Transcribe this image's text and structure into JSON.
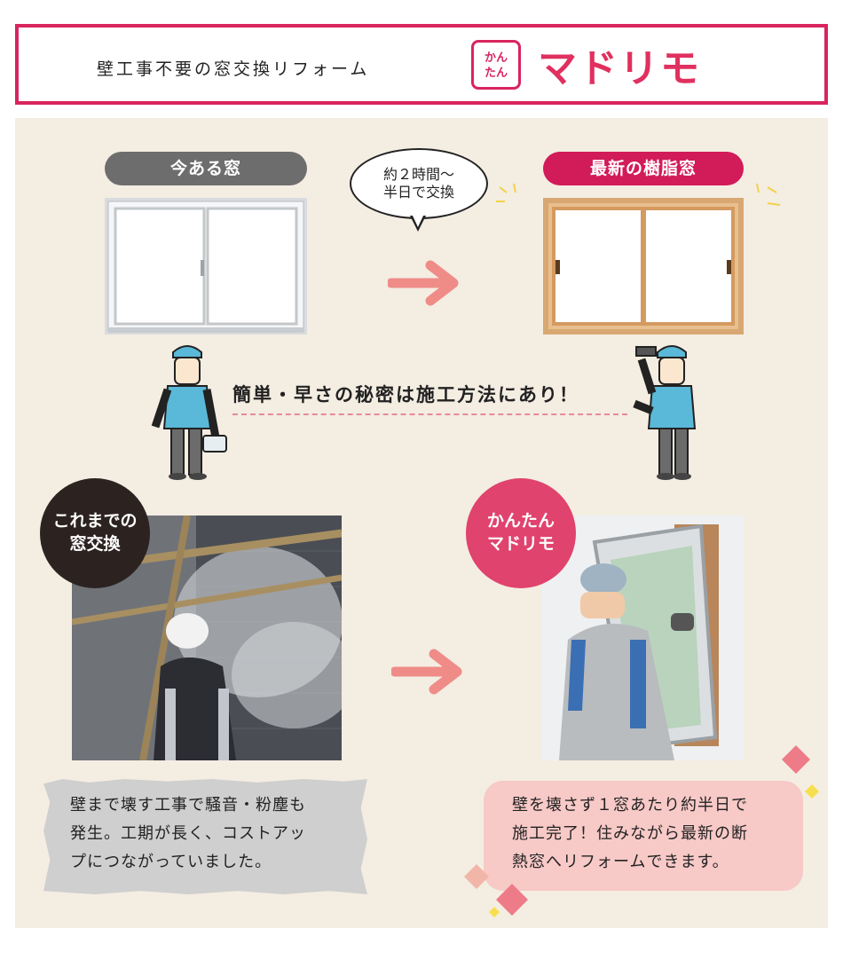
{
  "header": {
    "tagline": "壁工事不要の窓交換リフォーム",
    "logo_badge_line1": "かん",
    "logo_badge_line2": "たん",
    "logo_text": "マドリモ"
  },
  "comparison": {
    "before_label": "今ある窓",
    "after_label": "最新の樹脂窓",
    "bubble_line1": "約２時間〜",
    "bubble_line2": "半日で交換"
  },
  "catchphrase": "簡単・早さの秘密は施工方法にあり！",
  "old_method": {
    "circle_line1": "これまでの",
    "circle_line2": "窓交換",
    "desc_lines": [
      "壁まで壊す工事で騒音・粉塵も",
      "発生。工期が長く、コストアッ",
      "プにつながっていました。"
    ]
  },
  "new_method": {
    "circle_line1": "かんたん",
    "circle_line2": "マドリモ",
    "desc_lines": [
      "壁を壊さず１窓あたり約半日で",
      "施工完了！住みながら最新の断",
      "熱窓へリフォームできます。"
    ]
  },
  "colors": {
    "brand_pink": "#d9245e",
    "panel_bg": "#f4ede2",
    "arrow": "#ef8c88"
  }
}
